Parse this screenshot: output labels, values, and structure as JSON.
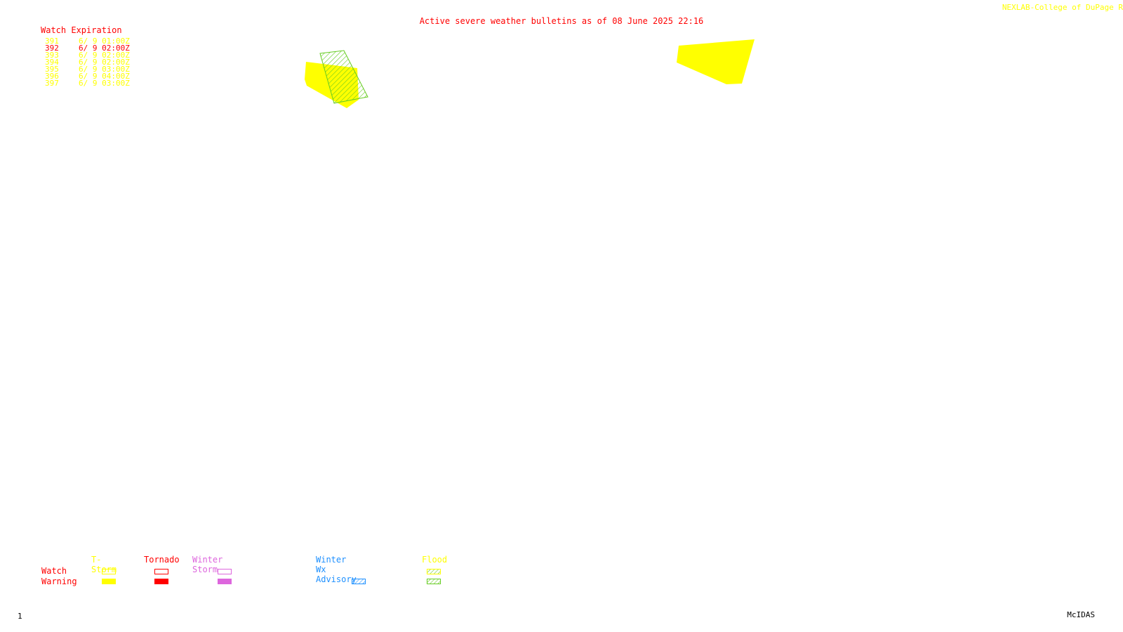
{
  "header": {
    "title": "Active severe weather bulletins as of 08 June 2025 22:16",
    "credit": "NEXLAB-College of DuPage R"
  },
  "watch_expiration": {
    "heading": "Watch Expiration",
    "rows": [
      {
        "number": "391",
        "expires": "6/ 9 01:00Z",
        "type": "tstorm"
      },
      {
        "number": "392",
        "expires": "6/ 9 02:00Z",
        "type": "tornado"
      },
      {
        "number": "393",
        "expires": "6/ 9 02:00Z",
        "type": "tstorm"
      },
      {
        "number": "394",
        "expires": "6/ 9 02:00Z",
        "type": "tstorm"
      },
      {
        "number": "395",
        "expires": "6/ 9 03:00Z",
        "type": "tstorm"
      },
      {
        "number": "396",
        "expires": "6/ 9 04:00Z",
        "type": "tstorm"
      },
      {
        "number": "397",
        "expires": "6/ 9 03:00Z",
        "type": "tstorm"
      }
    ]
  },
  "legend": {
    "row_labels": {
      "watch": "Watch",
      "warning": "Warning"
    },
    "categories": [
      {
        "label": "T-Storm",
        "color": "#ffff00"
      },
      {
        "label": "Tornado",
        "color": "#ff0000"
      },
      {
        "label": "Winter Storm",
        "color": "#dd66dd"
      },
      {
        "label": "Winter Wx Advisory",
        "color": "#1e90ff"
      },
      {
        "label": "Flood",
        "color": "#ffff00",
        "swatch_color": "#66cc22"
      }
    ]
  },
  "colors": {
    "tstorm": "#ffff00",
    "tornado": "#ff0000",
    "heading": "#ff0000",
    "flood": "#66cc22",
    "winter_advisory": "#1e90ff",
    "winter_storm": "#dd66dd"
  },
  "map_features": [
    {
      "kind": "tstorm-warning-polygon",
      "color": "#ffff00"
    },
    {
      "kind": "flood-warning-polygon",
      "color": "#66cc22"
    },
    {
      "kind": "tstorm-warning-polygon",
      "color": "#ffff00"
    }
  ],
  "footer": {
    "frame_number": "1",
    "software": "McIDAS"
  }
}
